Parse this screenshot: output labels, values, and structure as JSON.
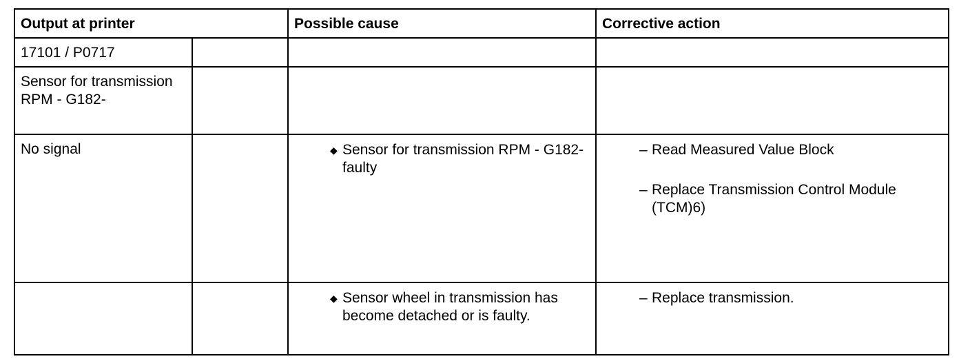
{
  "header": {
    "output_at_printer": "Output at printer",
    "possible_cause": "Possible cause",
    "corrective_action": "Corrective action"
  },
  "fault": {
    "code": "17101 / P0717",
    "component": "Sensor for transmission RPM - G182-",
    "condition": "No signal"
  },
  "causes": [
    {
      "bullet": "◆",
      "text": "Sensor for transmission RPM - G182- faulty",
      "actions": [
        {
          "dash": "–",
          "text": "Read Measured Value Block"
        },
        {
          "dash": "–",
          "text": "Replace Transmission Control Module (TCM)6)"
        }
      ]
    },
    {
      "bullet": "◆",
      "text": "Sensor wheel in transmission has become detached or is faulty.",
      "actions": [
        {
          "dash": "–",
          "text": "Replace transmission."
        }
      ]
    }
  ]
}
